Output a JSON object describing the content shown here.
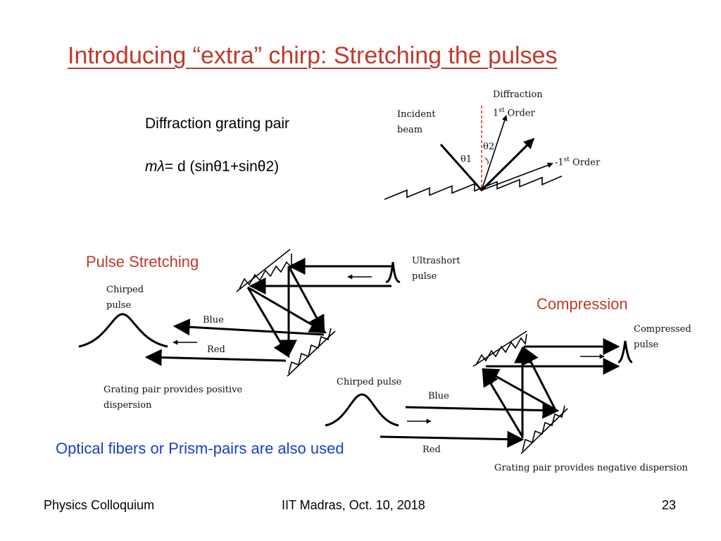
{
  "slide": {
    "title": "Introducing “extra” chirp: Stretching the pulses",
    "grating_label": "Diffraction grating pair",
    "equation": {
      "lhs": "mλ",
      "mid": "= d (sinθ1",
      "plus": "+",
      "rhs": "sinθ2)"
    },
    "top_diagram": {
      "incident": [
        "Incident",
        "beam"
      ],
      "diffraction": [
        "Diffraction",
        "1",
        "st",
        " Order"
      ],
      "minus_order": [
        "-1",
        "st",
        " Order"
      ],
      "theta1": "θ1",
      "theta2": "θ2"
    },
    "stretch": {
      "heading": "Pulse Stretching",
      "ultrashort": [
        "Ultrashort",
        "pulse"
      ],
      "chirped": [
        "Chirped",
        "pulse"
      ],
      "blue": "Blue",
      "red": "Red",
      "note": [
        "Grating pair provides positive",
        "dispersion"
      ]
    },
    "compress": {
      "heading": "Compression",
      "compressed": [
        "Compressed",
        "pulse"
      ],
      "chirped": "Chirped pulse",
      "blue": "Blue",
      "red": "Red",
      "note": "Grating pair provides negative dispersion"
    },
    "fibers_note": "Optical fibers or Prism-pairs are also used",
    "footer": {
      "left": "Physics Colloquium",
      "center": "IIT Madras, Oct. 10, 2018",
      "page": "23"
    },
    "colors": {
      "title": "#c0392b",
      "blue_text": "#1a3fc4",
      "dashed_normal": "#d23a3a"
    }
  }
}
